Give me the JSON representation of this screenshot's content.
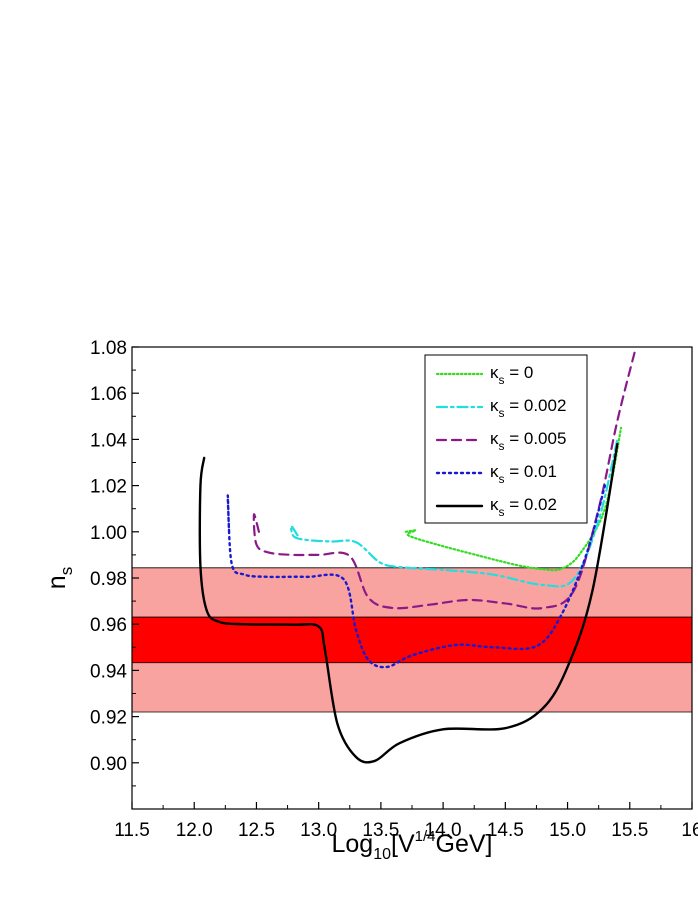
{
  "chart_data": {
    "type": "line",
    "xlabel": {
      "base": "Log",
      "sub": "10",
      "open": "[V",
      "sup": "1/4",
      "rest": "GeV]"
    },
    "ylabel": {
      "base": "n",
      "sub": "s"
    },
    "xlim": [
      11.5,
      16.0
    ],
    "ylim": [
      0.88,
      1.08
    ],
    "xticks": [
      "11.5",
      "12.0",
      "12.5",
      "13.0",
      "13.5",
      "14.0",
      "14.5",
      "15.0",
      "15.5",
      "16"
    ],
    "xtick_values": [
      11.5,
      12.0,
      12.5,
      13.0,
      13.5,
      14.0,
      14.5,
      15.0,
      15.5,
      16.0
    ],
    "yticks": [
      "0.90",
      "0.92",
      "0.94",
      "0.96",
      "0.98",
      "1.00",
      "1.02",
      "1.04",
      "1.06",
      "1.08"
    ],
    "ytick_values": [
      0.9,
      0.92,
      0.94,
      0.96,
      0.98,
      1.0,
      1.02,
      1.04,
      1.06,
      1.08
    ],
    "grid": false,
    "legend_position": "top-right",
    "bands": [
      {
        "range": [
          0.922,
          0.9844
        ],
        "color": "#f9a3a0"
      },
      {
        "range": [
          0.9433,
          0.9631
        ],
        "color": "#ff0000"
      }
    ],
    "series": [
      {
        "name": "κ_s = 0",
        "label_main": "κ",
        "label_sub": "s",
        "label_rest": " = 0",
        "color": "#33dd22",
        "dash": "1.5,2.5",
        "width": 2.2,
        "x": [
          13.7,
          13.78,
          13.72,
          13.95,
          14.3,
          14.6,
          14.8,
          14.95,
          15.1,
          15.3,
          15.43
        ],
        "y": [
          1.0,
          1.0006,
          0.9985,
          0.9945,
          0.9895,
          0.9855,
          0.9838,
          0.984,
          0.9905,
          1.01,
          1.045
        ]
      },
      {
        "name": "κ_s = 0.002",
        "label_main": "κ",
        "label_sub": "s",
        "label_rest": " = 0.002",
        "color": "#22dde0",
        "dash": "10,4,2.5,4",
        "width": 2.2,
        "x": [
          12.83,
          12.78,
          12.8,
          12.9,
          13.1,
          13.3,
          13.5,
          13.7,
          14.0,
          14.4,
          14.8,
          15.05,
          15.25,
          15.4
        ],
        "y": [
          0.9985,
          1.0025,
          0.998,
          0.9965,
          0.9958,
          0.9955,
          0.9865,
          0.9845,
          0.9835,
          0.9815,
          0.977,
          0.9795,
          1.005,
          1.04
        ]
      },
      {
        "name": "κ_s = 0.005",
        "label_main": "κ",
        "label_sub": "s",
        "label_rest": " = 0.005",
        "color": "#8b1a89",
        "dash": "9,6",
        "width": 2.2,
        "x": [
          12.52,
          12.48,
          12.5,
          12.6,
          12.8,
          13.0,
          13.25,
          13.4,
          13.6,
          13.9,
          14.2,
          14.5,
          14.8,
          15.05,
          15.25,
          15.4,
          15.55
        ],
        "y": [
          1.0,
          1.0075,
          0.9945,
          0.991,
          0.99,
          0.99,
          0.9895,
          0.9715,
          0.967,
          0.9685,
          0.9705,
          0.969,
          0.967,
          0.9745,
          1.01,
          1.048,
          1.08
        ]
      },
      {
        "name": "κ_s = 0.01",
        "label_main": "κ",
        "label_sub": "s",
        "label_rest": " = 0.01",
        "color": "#1a1ad0",
        "dash": "2,4",
        "width": 2.4,
        "x": [
          12.28,
          12.27,
          12.3,
          12.4,
          12.6,
          12.9,
          13.2,
          13.3,
          13.4,
          13.55,
          13.75,
          14.1,
          14.4,
          14.75,
          14.95,
          15.15,
          15.3
        ],
        "y": [
          1.0,
          1.0155,
          0.9865,
          0.9815,
          0.9805,
          0.9805,
          0.9795,
          0.9575,
          0.9445,
          0.9415,
          0.9465,
          0.951,
          0.95,
          0.9505,
          0.964,
          0.99,
          1.02
        ]
      },
      {
        "name": "κ_s = 0.02",
        "label_main": "κ",
        "label_sub": "s",
        "label_rest": " = 0.02",
        "color": "#000000",
        "dash": "",
        "width": 2.4,
        "x": [
          12.08,
          12.05,
          12.05,
          12.1,
          12.2,
          12.4,
          12.8,
          13.0,
          13.05,
          13.15,
          13.3,
          13.45,
          13.65,
          14.0,
          14.5,
          14.8,
          15.0,
          15.2,
          15.4
        ],
        "y": [
          1.032,
          1.02,
          0.985,
          0.966,
          0.961,
          0.96,
          0.9598,
          0.959,
          0.949,
          0.917,
          0.9025,
          0.9008,
          0.9085,
          0.9145,
          0.915,
          0.9235,
          0.9415,
          0.9745,
          1.038
        ]
      }
    ]
  }
}
